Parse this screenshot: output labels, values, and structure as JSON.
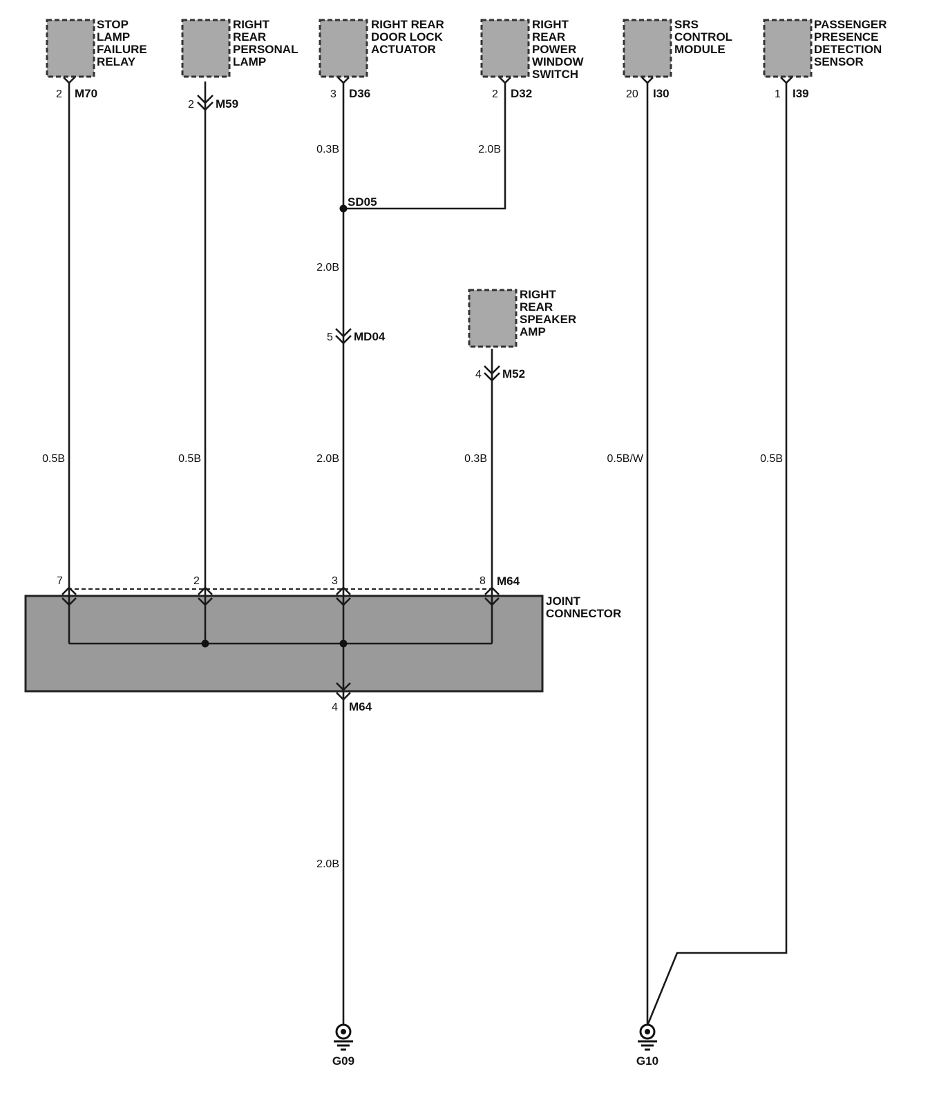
{
  "components": {
    "stop_lamp_relay": [
      "STOP",
      "LAMP",
      "FAILURE",
      "RELAY"
    ],
    "right_rear_personal_lamp": [
      "RIGHT",
      "REAR",
      "PERSONAL",
      "LAMP"
    ],
    "right_rear_door_lock": [
      "RIGHT REAR",
      "DOOR LOCK",
      "ACTUATOR"
    ],
    "right_rear_window_switch": [
      "RIGHT",
      "REAR",
      "POWER",
      "WINDOW",
      "SWITCH"
    ],
    "srs_module": [
      "SRS",
      "CONTROL",
      "MODULE"
    ],
    "passenger_sensor": [
      "PASSENGER",
      "PRESENCE",
      "DETECTION",
      "SENSOR"
    ],
    "speaker_amp": [
      "RIGHT",
      "REAR",
      "SPEAKER",
      "AMP"
    ],
    "joint_connector": [
      "JOINT",
      "CONNECTOR"
    ]
  },
  "connectors": {
    "m70": {
      "pin": "2",
      "id": "M70"
    },
    "m59": {
      "pin": "2",
      "id": "M59"
    },
    "d36": {
      "pin": "3",
      "id": "D36"
    },
    "d32": {
      "pin": "2",
      "id": "D32"
    },
    "i30": {
      "pin": "20",
      "id": "I30"
    },
    "i39": {
      "pin": "1",
      "id": "I39"
    },
    "md04": {
      "pin": "5",
      "id": "MD04"
    },
    "m52": {
      "pin": "4",
      "id": "M52"
    },
    "jc_top": {
      "pins": [
        "7",
        "2",
        "3",
        "8"
      ],
      "id": "M64"
    },
    "jc_bottom": {
      "pin": "4",
      "id": "M64"
    }
  },
  "splice": "SD05",
  "wires": {
    "w_d36": "0.3B",
    "w_d32": "2.0B",
    "w_sd05_md04": "2.0B",
    "w_m70": "0.5B",
    "w_m59": "0.5B",
    "w_md04": "2.0B",
    "w_m52": "0.3B",
    "w_i30": "0.5B/W",
    "w_i39": "0.5B",
    "w_g09": "2.0B"
  },
  "grounds": {
    "g09": "G09",
    "g10": "G10"
  }
}
